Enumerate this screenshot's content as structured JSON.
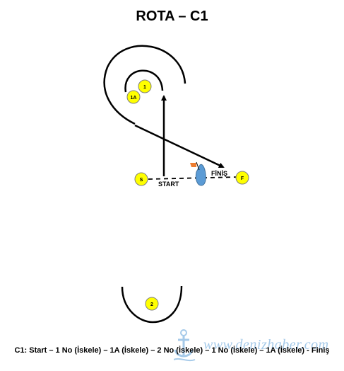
{
  "title": "ROTA – C1",
  "marks": {
    "mark_1": "1",
    "mark_1a": "1A",
    "mark_2": "2",
    "start_mark": "S",
    "finish_mark": "F"
  },
  "lines": {
    "start_label": "START",
    "finish_label": "FİNİŞ"
  },
  "caption": "C1: Start – 1 No (İskele) – 1A (İskele) – 2 No (İskele) – 1 No (İskele) – 1A (İskele) - Finiş",
  "watermark": "www.denizhaber.com",
  "colors": {
    "mark_fill": "#ffff00",
    "boat_fill": "#5b9bd5",
    "flag": "#ed7d31",
    "watermark": "#5ea0d8"
  }
}
